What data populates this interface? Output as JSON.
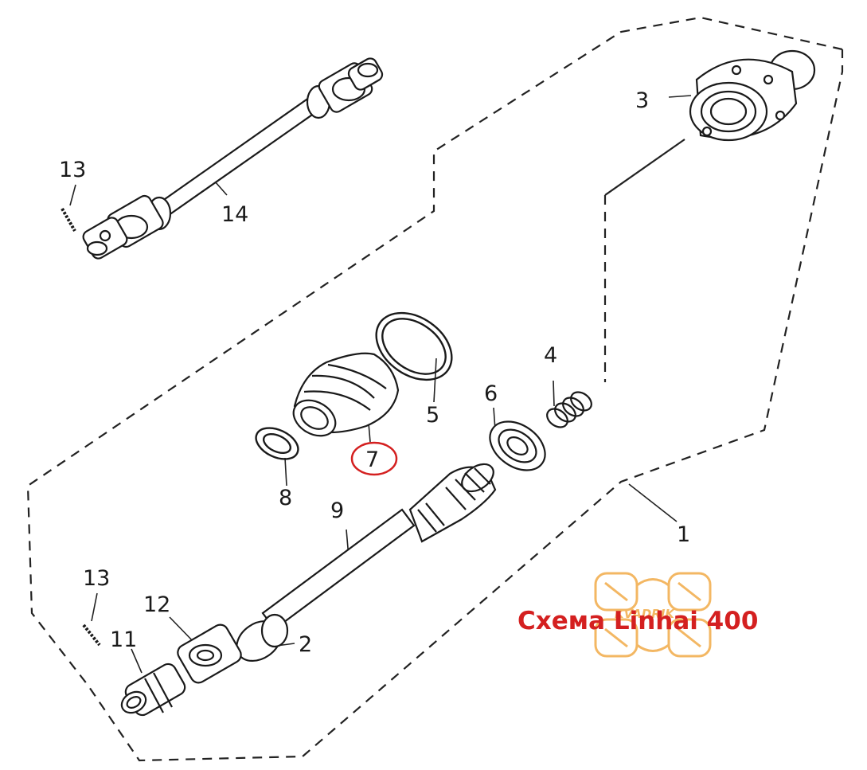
{
  "labels": {
    "p1": "1",
    "p2": "2",
    "p3": "3",
    "p4": "4",
    "p5": "5",
    "p6": "6",
    "p7": "7",
    "p8": "8",
    "p9": "9",
    "p11": "11",
    "p12": "12",
    "p13_top": "13",
    "p13_bottom": "13",
    "p14": "14"
  },
  "caption": "Схема Linhai 400",
  "logo_text": "KVADRIK",
  "colors": {
    "line": "#1a1a1a",
    "highlight_circle": "#d42020",
    "caption": "#d42020",
    "logo": "#f0a030"
  }
}
